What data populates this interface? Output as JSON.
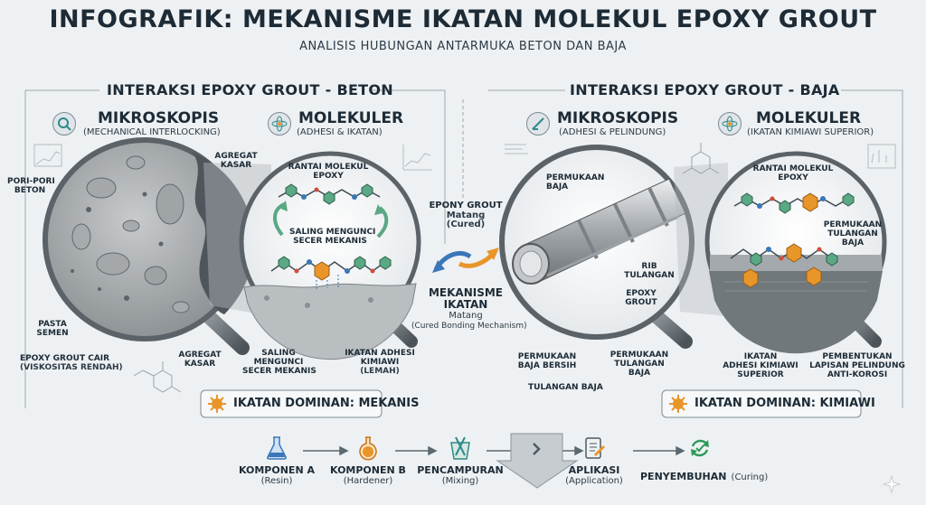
{
  "header": {
    "title": "INFOGRAFIK: MEKANISME IKATAN MOLEKUL EPOXY GROUT",
    "subtitle": "ANALISIS HUBUNGAN ANTARMUKA BETON DAN BAJA"
  },
  "left": {
    "section_title": "INTERAKSI EPOXY GROUT - BETON",
    "micro_title": "MIKROSKOPIS",
    "micro_sub": "(MECHANICAL INTERLOCKING)",
    "mole_title": "MOLEKULER",
    "mole_sub": "(ADHESI & IKATAN)",
    "labels": {
      "pori_l1": "PORI-PORI",
      "pori_l2": "BETON",
      "agregat_kasar_top_l1": "AGREGAT",
      "agregat_kasar_top_l2": "KASAR",
      "pasta_l1": "PASTA",
      "pasta_l2": "SEMEN",
      "cair_l1": "EPOXY GROUT CAIR",
      "cair_l2": "(VISKOSITAS RENDAH)",
      "agregat_kasar_bot_l1": "AGREGAT",
      "agregat_kasar_bot_l2": "KASAR",
      "rantai_l1": "RANTAI MOLEKUL",
      "rantai_l2": "EPOXY",
      "saling_top_l1": "SALING MENGUNCI",
      "saling_top_l2": "SECER MEKANIS",
      "saling_bot_l1": "SALING",
      "saling_bot_l2": "MENGUNCI",
      "saling_bot_l3": "SECER MEKANIS",
      "ikatan_l1": "IKATAN ADHESI",
      "ikatan_l2": "KIMIAWI",
      "ikatan_l3": "(LEMAH)"
    },
    "dominant": "IKATAN DOMINAN: MEKANIS"
  },
  "center": {
    "grout_l1": "EPONY GROUT",
    "grout_l2": "Matang",
    "grout_l3": "(Cured)",
    "mech_l1": "MEKANISME",
    "mech_l2": "IKATAN",
    "mech_l3": "Matang",
    "mech_l4": "(Cured Bonding Mechanism)"
  },
  "right": {
    "section_title": "INTERAKSI EPOXY GROUT - BAJA",
    "micro_title": "MIKROSKOPIS",
    "micro_sub": "(ADHESI & PELINDUNG)",
    "mole_title": "MOLEKULER",
    "mole_sub": "(IKATAN KIMIAWI SUPERIOR)",
    "labels": {
      "permukaan_baja_l1": "PERMUKAAN",
      "permukaan_baja_l2": "BAJA",
      "rib_l1": "RIB",
      "rib_l2": "TULANGAN",
      "epoxy_l1": "EPOXY",
      "epoxy_l2": "GROUT",
      "bersih_l1": "PERMUKAAN",
      "bersih_l2": "BAJA BERSIH",
      "tul_l1": "PERMUKAAN",
      "tul_l2": "TULANGAN",
      "tul_l3": "BAJA",
      "tulangan_baja": "TULANGAN BAJA",
      "rantai_l1": "RANTAI MOLEKUL",
      "rantai_l2": "EPOXY",
      "permukaan_tul_l1": "PERMUKAAN",
      "permukaan_tul_l2": "TULANGAN",
      "permukaan_tul_l3": "BAJA",
      "ikatan_l1": "IKATAN",
      "ikatan_l2": "ADHESI KIMIAWI",
      "ikatan_l3": "SUPERIOR",
      "lapisan_l1": "PEMBENTUKAN",
      "lapisan_l2": "LAPISAN PELINDUNG",
      "lapisan_l3": "ANTI-KOROSI"
    },
    "dominant": "IKATAN DOMINAN: KIMIAWI"
  },
  "process": [
    {
      "label": "KOMPONEN A",
      "sub": "(Resin)"
    },
    {
      "label": "KOMPONEN B",
      "sub": "(Hardener)"
    },
    {
      "label": "PENCAMPURAN",
      "sub": "(Mixing)"
    },
    {
      "label": "APLIKASI",
      "sub": "(Application)"
    },
    {
      "label": "PENYEMBUHAN",
      "sub_inline": "(Curing)"
    }
  ],
  "colors": {
    "accent_orange": "#e8952a",
    "accent_blue": "#3a77b8",
    "molecule_green": "#5aa884",
    "dark_text": "#1d2b36"
  }
}
